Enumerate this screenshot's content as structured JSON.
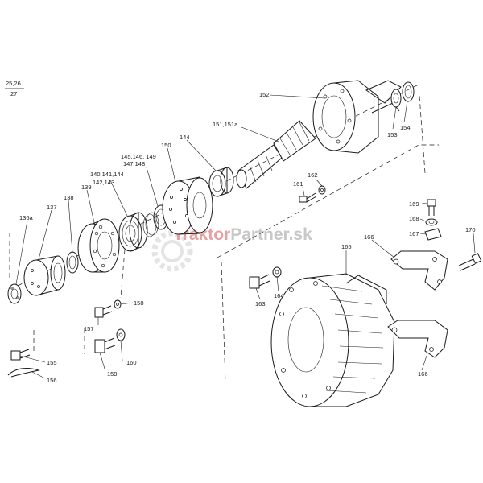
{
  "page_ref": {
    "top": "25,26",
    "bottom": "27"
  },
  "watermark": {
    "brand_a": "Traktor",
    "brand_b": "Partner",
    "suffix": ".sk",
    "color_a": "#e8a0a0",
    "color_b": "#c8c8c8"
  },
  "labels": {
    "p136a": "136a",
    "p137": "137",
    "p138": "138",
    "p139": "139",
    "p140": "140,141,144",
    "p142": "142,143",
    "p145": "145,146, 149",
    "p147": "147,148",
    "p150": "150",
    "p144": "144",
    "p151": "151,151a",
    "p152": "152",
    "p153": "153",
    "p154": "154",
    "p161": "161",
    "p162": "162",
    "p169": "169",
    "p168": "168",
    "p167": "167",
    "p170": "170",
    "p166a": "166",
    "p165": "165",
    "p164": "164",
    "p163": "163",
    "p158": "158",
    "p157": "157",
    "p160": "160",
    "p159": "159",
    "p155": "155",
    "p156": "156",
    "p166b": "166"
  }
}
